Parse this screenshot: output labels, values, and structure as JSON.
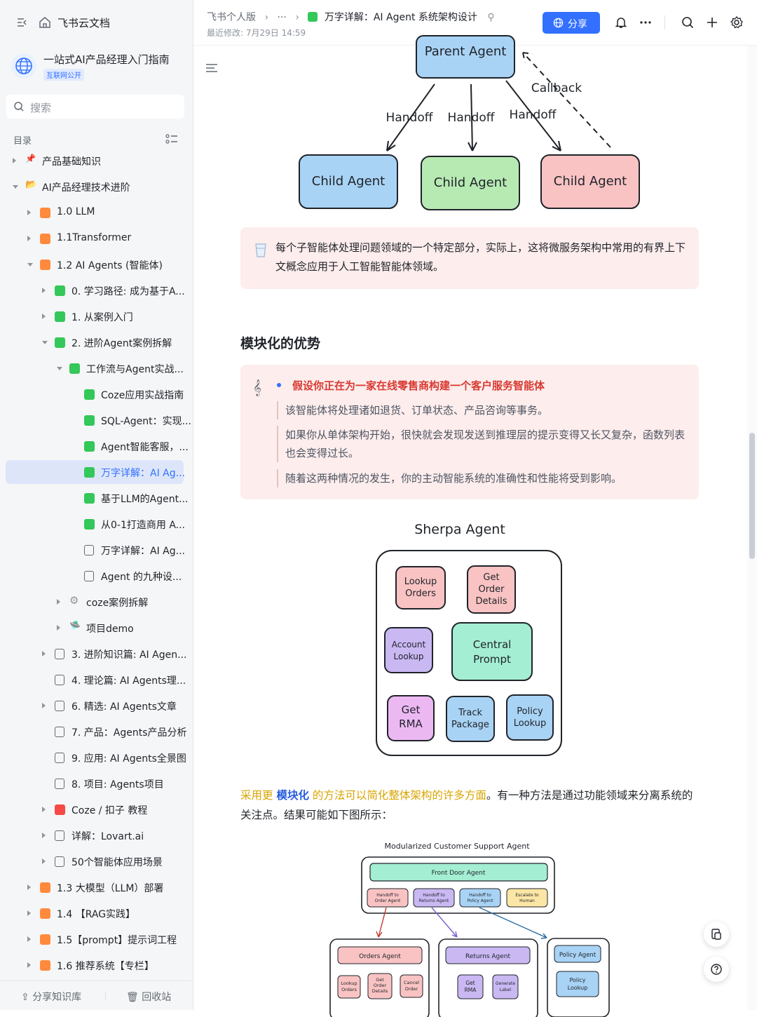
{
  "sidebar": {
    "app_title": "飞书云文档",
    "space_name": "一站式AI产品经理入门指南",
    "space_badge": "互联网公开",
    "search_placeholder": "搜索",
    "toc_label": "目录",
    "items": [
      {
        "label": "产品基础知识",
        "icon_color": "#f5a623"
      },
      {
        "label": "AI产品经理技术进阶",
        "icon_color": "#f5a623"
      },
      {
        "label": "1.0 LLM",
        "icon_color": "#ff8a3d"
      },
      {
        "label": "1.1Transformer",
        "icon_color": "#ff8a3d"
      },
      {
        "label": "1.2 AI Agents (智能体)",
        "icon_color": "#ff8a3d"
      },
      {
        "label": "0. 学习路径: 成为基于A...",
        "icon_color": "#34c759"
      },
      {
        "label": "1. 从案例入门",
        "icon_color": "#34c759"
      },
      {
        "label": "2. 进阶Agent案例拆解",
        "icon_color": "#34c759"
      },
      {
        "label": "工作流与Agent实战...",
        "icon_color": "#34c759"
      },
      {
        "label": "Coze应用实战指南",
        "icon_color": "#34c759"
      },
      {
        "label": "SQL-Agent：实现...",
        "icon_color": "#34c759"
      },
      {
        "label": "Agent智能客服，...",
        "icon_color": "#34c759"
      },
      {
        "label": "万字详解：AI Ag...",
        "icon_color": "#34c759"
      },
      {
        "label": "基于LLM的Agent...",
        "icon_color": "#34c759"
      },
      {
        "label": "从0-1打造商用 A...",
        "icon_color": "#34c759"
      },
      {
        "label": "万字详解：AI Ag...",
        "icon_color": "#646a73"
      },
      {
        "label": "Agent 的九种设...",
        "icon_color": "#646a73"
      },
      {
        "label": "coze案例拆解",
        "icon_color": "#8f959e"
      },
      {
        "label": "项目demo",
        "icon_color": "#f5a623"
      },
      {
        "label": "3. 进阶知识篇: AI Agen...",
        "icon_color": "#646a73"
      },
      {
        "label": "4. 理论篇: AI Agents理...",
        "icon_color": "#646a73"
      },
      {
        "label": "6. 精选: AI Agents文章",
        "icon_color": "#646a73"
      },
      {
        "label": "7. 产品：Agents产品分析",
        "icon_color": "#646a73"
      },
      {
        "label": "9. 应用: AI Agents全景图",
        "icon_color": "#646a73"
      },
      {
        "label": "8. 项目: Agents项目",
        "icon_color": "#646a73"
      },
      {
        "label": "Coze / 扣子 教程",
        "icon_color": "#f54a45"
      },
      {
        "label": "详解：Lovart.ai",
        "icon_color": "#646a73"
      },
      {
        "label": "50个智能体应用场景",
        "icon_color": "#646a73"
      },
      {
        "label": "1.3 大模型（LLM）部署",
        "icon_color": "#ff8a3d"
      },
      {
        "label": "1.4 【RAG实践】",
        "icon_color": "#ff8a3d"
      },
      {
        "label": "1.5【prompt】提示词工程",
        "icon_color": "#ff8a3d"
      },
      {
        "label": "1.6 推荐系统【专栏】",
        "icon_color": "#ff8a3d"
      }
    ],
    "share_kb": "分享知识库",
    "recycle": "回收站"
  },
  "topbar": {
    "crumb_root": "飞书个人版",
    "crumb_more": "···",
    "doc_title": "万字详解：AI Agent 系统架构设计",
    "modified": "最近修改: 7月29日 14:59",
    "share_label": "分享"
  },
  "diagram1": {
    "parent": "Parent Agent",
    "callback": "Callback",
    "handoff": "Handoff",
    "child": "Child Agent"
  },
  "callout1": {
    "text": "每个子智能体处理问题领域的一个特定部分，实际上，这将微服务架构中常用的有界上下文概念应用于人工智能智能体领域。"
  },
  "section_heading": "模块化的优势",
  "callout2": {
    "title": "假设你正在为一家在线零售商构建一个客户服务智能体",
    "q1": "该智能体将处理诸如退货、订单状态、产品咨询等事务。",
    "q2": "如果你从单体架构开始，很快就会发现发送到推理层的提示变得又长又复杂，函数列表也会变得过长。",
    "q3": "随着这两种情况的发生，你的主动智能系统的准确性和性能将受到影响。"
  },
  "diagram2": {
    "title": "Sherpa Agent",
    "lookup_orders": "Lookup Orders",
    "get_order_details": "Get Order Details",
    "account_lookup": "Account Lookup",
    "central_prompt": "Central Prompt",
    "get_rma": "Get RMA",
    "track_package": "Track Package",
    "policy_lookup": "Policy Lookup"
  },
  "paragraph": {
    "part1": "采用更",
    "part2": "模块化",
    "part3": "的方法可以简化整体架构的许多方面",
    "part4": "。有一种方法是通过功能领域来分离系统的关注点。结果可能如下图所示："
  },
  "diagram3": {
    "title": "Modularized Customer Support Agent",
    "front_door": "Front Door Agent",
    "h1": "Handoff to Order Agent",
    "h2": "Handoff to Returns Agent",
    "h3": "Handoff to Policy Agent",
    "h4": "Escalate to Human",
    "orders_agent": "Orders Agent",
    "returns_agent": "Returns Agent",
    "policy_agent": "Policy Agent",
    "lookup_orders": "Lookup Orders",
    "get_order_details": "Get Order Details",
    "cancel_order": "Cancel Order",
    "get_rma": "Get RMA",
    "generate_label": "Generate Label",
    "policy_lookup": "Policy Lookup"
  }
}
